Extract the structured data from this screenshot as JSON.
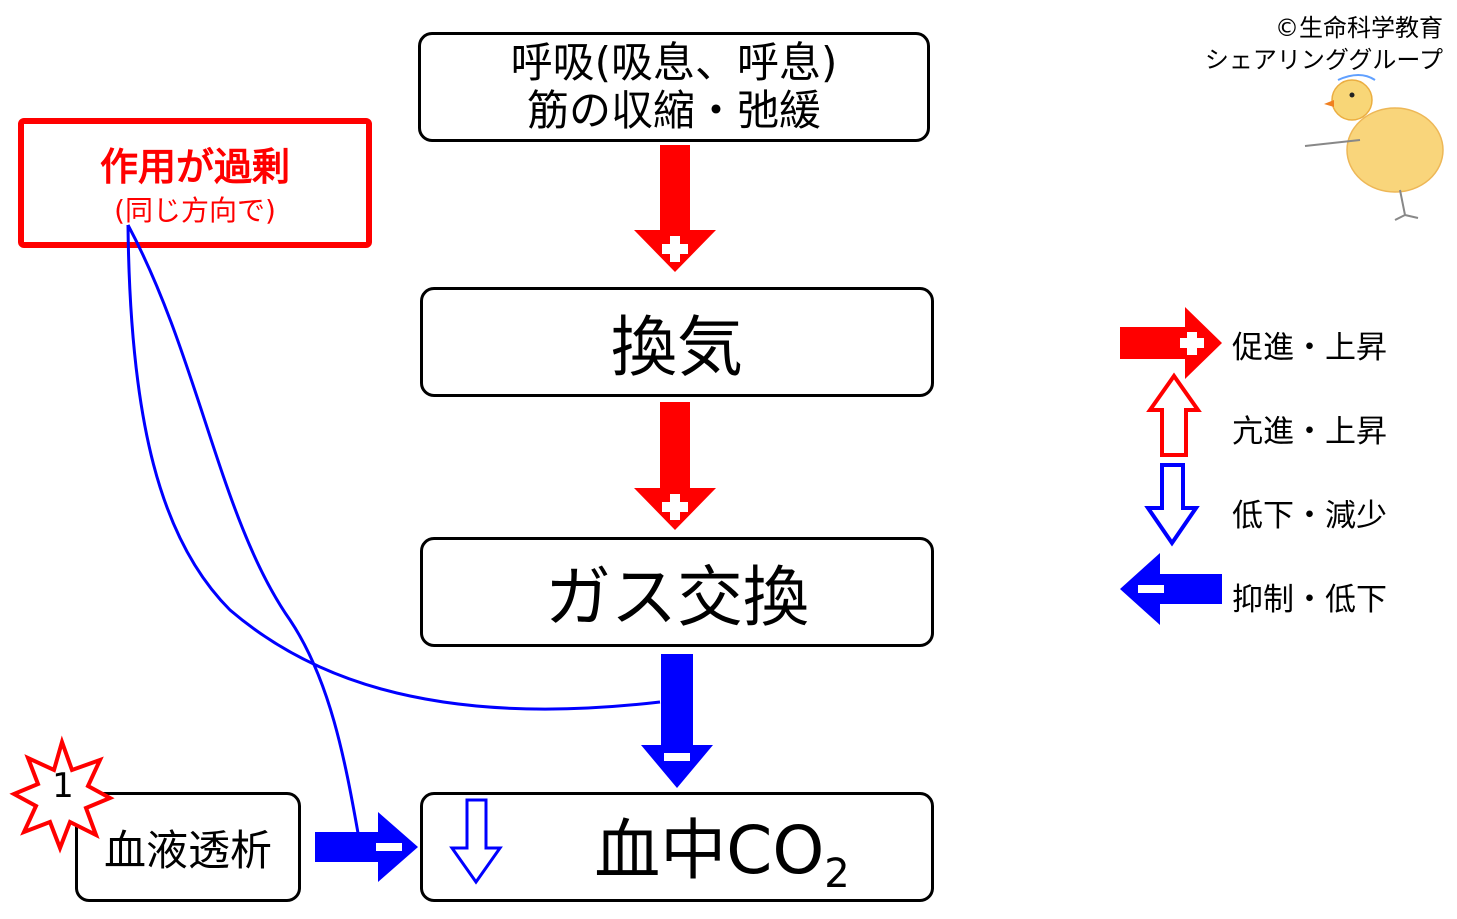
{
  "copyright": {
    "line1": "©生命科学教育",
    "line2": "シェアリンググループ"
  },
  "boxes": {
    "respiration": {
      "line1": "呼吸(吸息、呼息)",
      "line2": "筋の収縮・弛緩"
    },
    "ventilation": "換気",
    "gas_exchange": "ガス交換",
    "blood_co2": {
      "prefix": "血中CO",
      "subscript": "2"
    },
    "dialysis": "血液透析"
  },
  "effect_box": {
    "title": "作用が過剰",
    "subtitle": "(同じ方向で)"
  },
  "badge": {
    "number": "1"
  },
  "legend": [
    {
      "label": "促進・上昇",
      "icon": "red-filled-arrow-plus-icon"
    },
    {
      "label": "亢進・上昇",
      "icon": "red-hollow-up-arrow-icon"
    },
    {
      "label": "低下・減少",
      "icon": "blue-hollow-down-arrow-icon"
    },
    {
      "label": "抑制・低下",
      "icon": "blue-filled-arrow-minus-icon"
    }
  ],
  "colors": {
    "promote": "#ff0000",
    "inhibit": "#0000ff",
    "border": "#000000"
  }
}
